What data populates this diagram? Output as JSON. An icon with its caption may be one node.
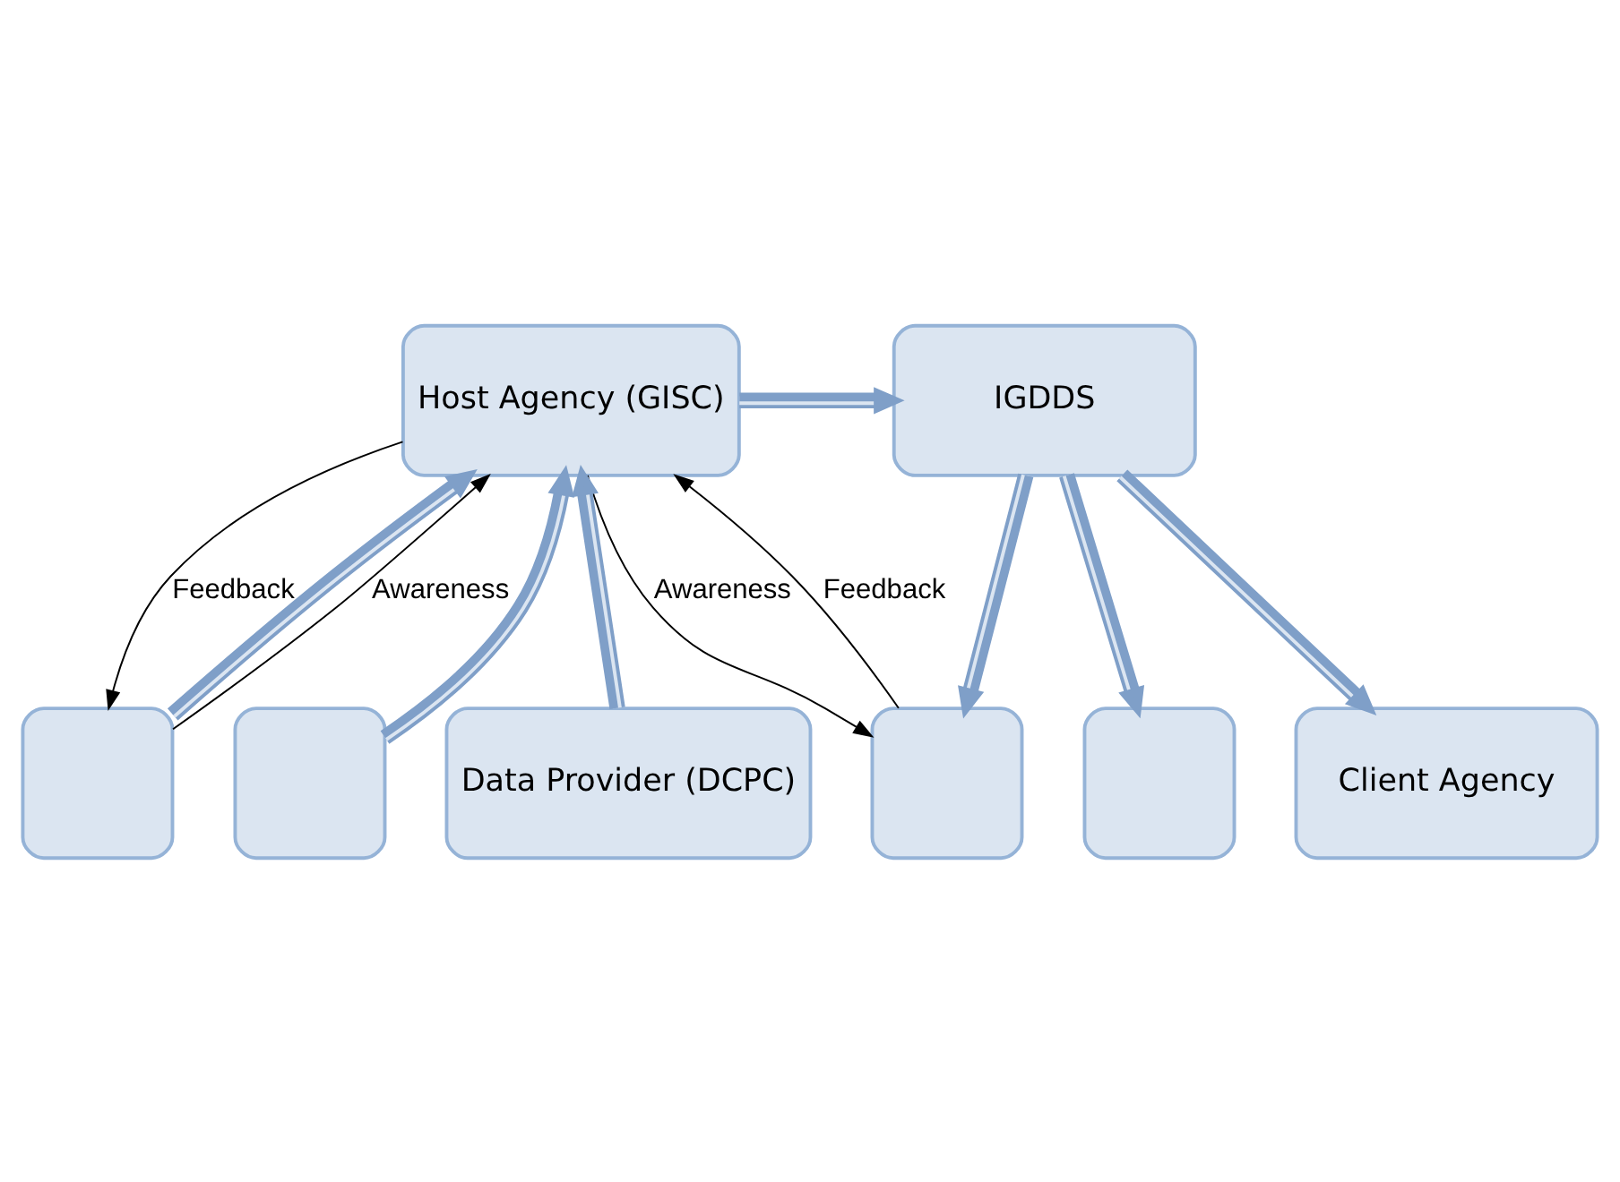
{
  "diagram": {
    "nodes": [
      {
        "text": [
          "Host Agency (GISC)"
        ]
      },
      {
        "text": [
          "IGDDS"
        ]
      },
      {
        "text": [],
        "shape": "box"
      },
      {
        "text": [],
        "shape": "box"
      },
      {
        "text": [
          "Data Provider (DCPC)"
        ]
      },
      {
        "text": [],
        "shape": "box"
      },
      {
        "text": [],
        "shape": "box"
      },
      {
        "text": [
          "Client Agency"
        ]
      }
    ],
    "edges": [
      {
        "from": 0,
        "to": 1,
        "arrow": "to"
      },
      {
        "from": 2,
        "to": 0,
        "arrow": "to"
      },
      {
        "from": 3,
        "to": 0,
        "arrow": "to"
      },
      {
        "from": 4,
        "to": 0,
        "arrow": "to"
      },
      {
        "from": 1,
        "to": 5,
        "arrow": "to"
      },
      {
        "from": 1,
        "to": 6,
        "arrow": "to"
      },
      {
        "from": 1,
        "to": 7,
        "arrow": "to"
      },
      {
        "from": 0,
        "to": 2,
        "arrow": "to",
        "label": "Feedback",
        "color": "#000000"
      },
      {
        "from": 2,
        "to": 0,
        "arrow": "to",
        "label": "Awareness",
        "color": "#000000"
      },
      {
        "from": 0,
        "to": 5,
        "arrow": "to",
        "label": "Awareness",
        "color": "#000000"
      },
      {
        "from": 5,
        "to": 0,
        "arrow": "to",
        "label": "Feedback",
        "color": "#000000"
      }
    ]
  }
}
